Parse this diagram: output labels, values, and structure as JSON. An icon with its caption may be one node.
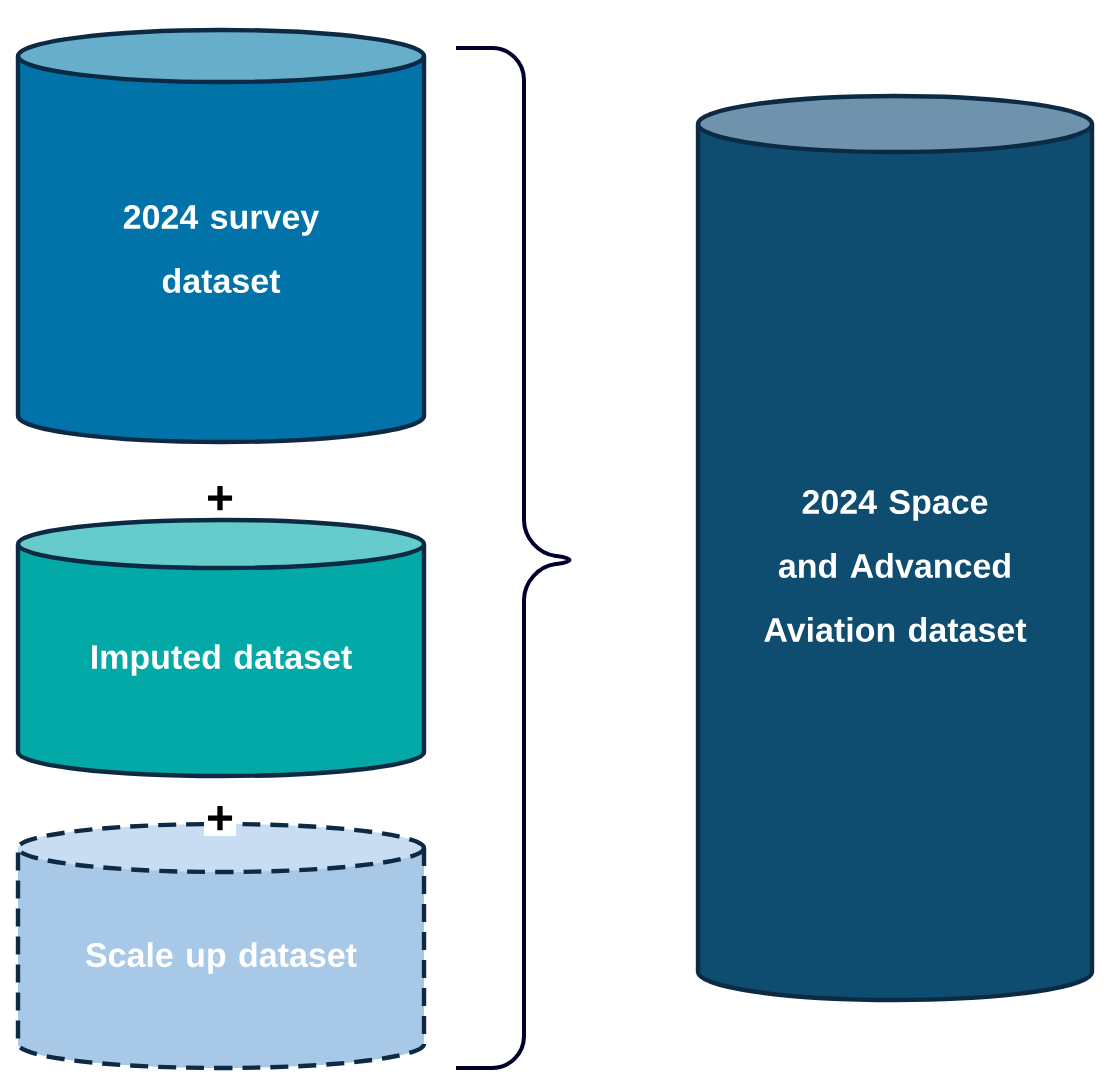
{
  "diagram": {
    "nodes": [
      {
        "text": [
          "2024 survey dataset"
        ]
      },
      {
        "text": [
          "Imputed dataset"
        ]
      },
      {
        "text": [
          "Scale up dataset"
        ]
      },
      {
        "text": [
          "2024 Space and Advanced Aviation dataset"
        ]
      }
    ],
    "labels": [
      "+",
      "+"
    ]
  }
}
